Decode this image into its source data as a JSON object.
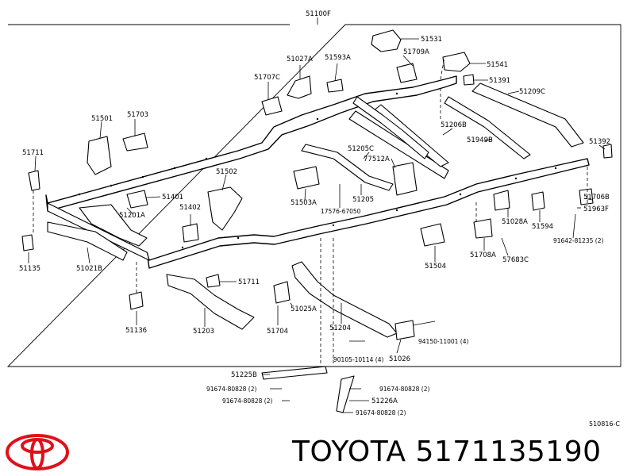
{
  "diagram": {
    "border_label": "51100F",
    "ref_code": "510816-C",
    "labels": [
      "51531",
      "51709A",
      "51541",
      "51391",
      "51209C",
      "51027A",
      "51593A",
      "51707C",
      "51501",
      "51703",
      "51711",
      "51206B",
      "51949B",
      "51392",
      "51205C",
      "77512A",
      "51502",
      "51401",
      "51201A",
      "51402",
      "51503A",
      "51205",
      "17576-67050",
      "51706B",
      "51963F",
      "91642-81235 (2)",
      "51028A",
      "51594",
      "51708A",
      "57683C",
      "51135",
      "51021B",
      "51504",
      "51711",
      "51025A",
      "51136",
      "51203",
      "51704",
      "51204",
      "94150-11001 (4)",
      "90105-10114 (4)",
      "51026",
      "51225B",
      "91674-80828 (2)",
      "91674-80828 (2)",
      "91674-80828 (2)",
      "51226A",
      "91674-80828 (2)"
    ]
  },
  "footer": {
    "brand_part": "TOYOTA 5171135190",
    "logo_icon": "toyota-logo-icon"
  },
  "colors": {
    "logo_red": "#e0101a",
    "line": "#000000"
  }
}
